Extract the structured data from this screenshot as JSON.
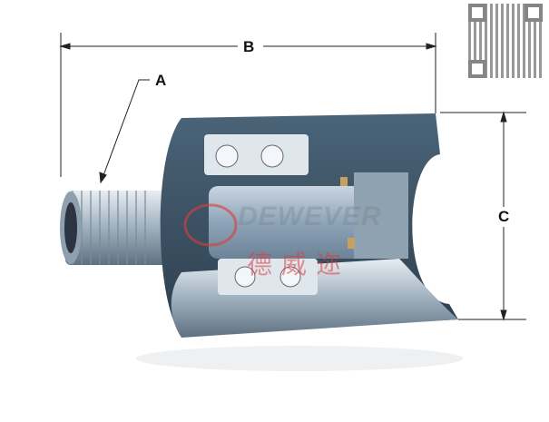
{
  "labels": {
    "a": "A",
    "b": "B",
    "c": "C"
  },
  "watermark": {
    "brand": "DEWEVER",
    "chinese": "德威迩"
  },
  "colors": {
    "body": "#3d5568",
    "metal": "#b8c4cf",
    "dim_line": "#222222",
    "watermark_red": "#dd3c3c"
  }
}
